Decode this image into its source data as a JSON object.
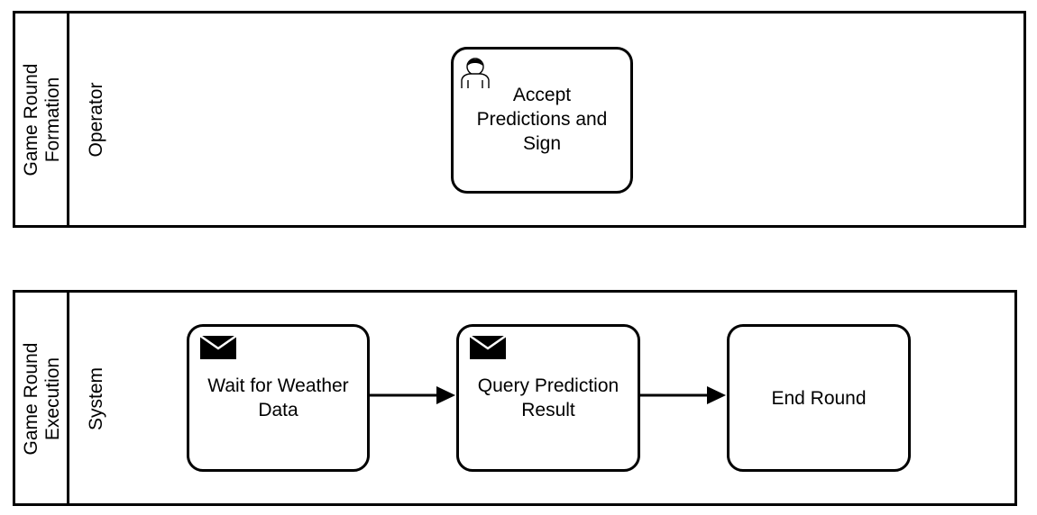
{
  "pools": [
    {
      "title": "Game Round\nFormation",
      "lane": "Operator",
      "tasks": [
        {
          "label": "Accept\nPredictions and\nSign",
          "icon": "user-icon"
        }
      ]
    },
    {
      "title": "Game Round\nExecution",
      "lane": "System",
      "tasks": [
        {
          "label": "Wait for Weather\nData",
          "icon": "envelope-icon"
        },
        {
          "label": "Query Prediction\nResult",
          "icon": "envelope-icon"
        },
        {
          "label": "End Round",
          "icon": ""
        }
      ]
    }
  ],
  "colors": {
    "stroke": "#000000",
    "background": "#ffffff"
  }
}
